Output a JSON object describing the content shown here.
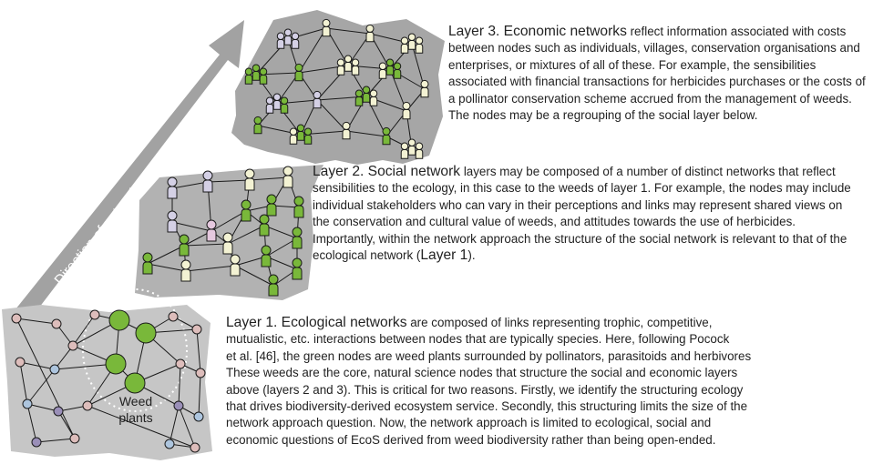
{
  "colors": {
    "arrow": "#a2a2a2",
    "panel": "#a6a6a6",
    "panel_layer2": "#b2b2b2",
    "panel_layer1": "#c6c6c6",
    "node_green": "#79b83a",
    "node_cream": "#f3f2d3",
    "node_lilac": "#d4d0e5",
    "node_pink": "#e5c8de",
    "node_rose": "#ddbdbb",
    "node_purple": "#9a8fb8",
    "node_blue": "#adc5de",
    "edge": "#1a1a1a",
    "text": "#222222"
  },
  "arrow": {
    "label": "Direction of network approach construction"
  },
  "layer1": {
    "weed_label_line1": "Weed",
    "weed_label_line2": "plants"
  },
  "text": {
    "layer3": {
      "lead": "Layer 3.  Economic networks",
      "body": " reflect information associated with costs between nodes such as individuals, villages, conservation organisations and enterprises, or mixtures of all of these. For example, the sensibilities associated with financial transactions for herbicides purchases or the costs of a pollinator conservation scheme accrued from the management of weeds. The nodes may be a regrouping of the social layer below."
    },
    "layer2": {
      "lead": "Layer 2. Social network",
      "body": " layers may be composed of a number of distinct networks that reflect sensibilities to the ecology, in this case to the weeds of layer 1. For example, the nodes may include individual stakeholders who can vary in their perceptions and links may represent shared views on the conservation and cultural value of weeds, and attitudes towards the use of herbicides. Importantly, within the network approach the structure of the social network is relevant to that of the ecological network (",
      "ref": "Layer 1",
      "tail": ")."
    },
    "layer1": {
      "lead": "Layer 1. Ecological networks",
      "line1": " are composed of links representing trophic, competitive,",
      "line2": "mutualistic, etc. interactions between nodes that are typically species. Here, following Pocock",
      "line3": "et al. [46], the green nodes are weed plants surrounded by pollinators, parasitoids and herbivores",
      "line4": "These weeds are the core, natural science nodes that structure the social and economic layers",
      "line5": "above (layers 2 and 3). This is critical for two reasons. Firstly, we identify the structuring ecology",
      "line6": "that drives biodiversity-derived ecosystem service. Secondly, this structuring limits the size of the",
      "line7": "network approach question. Now, the network approach is limited to ecological, social and",
      "line8": "economic questions of EcoS derived from weed biodiversity rather than being open-ended."
    }
  }
}
